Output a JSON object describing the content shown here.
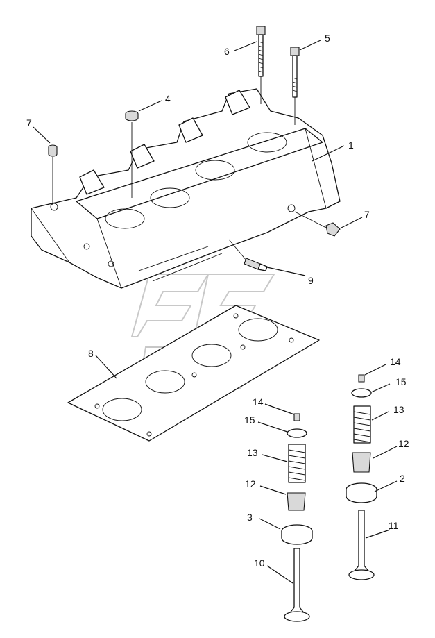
{
  "callouts": {
    "c1": "1",
    "c2": "2",
    "c3": "3",
    "c4": "4",
    "c5": "5",
    "c6": "6",
    "c7a": "7",
    "c7b": "7",
    "c8": "8",
    "c9": "9",
    "c10": "10",
    "c11": "11",
    "c12a": "12",
    "c12b": "12",
    "c13a": "13",
    "c13b": "13",
    "c14a": "14",
    "c14b": "14",
    "c15a": "15",
    "c15b": "15"
  }
}
